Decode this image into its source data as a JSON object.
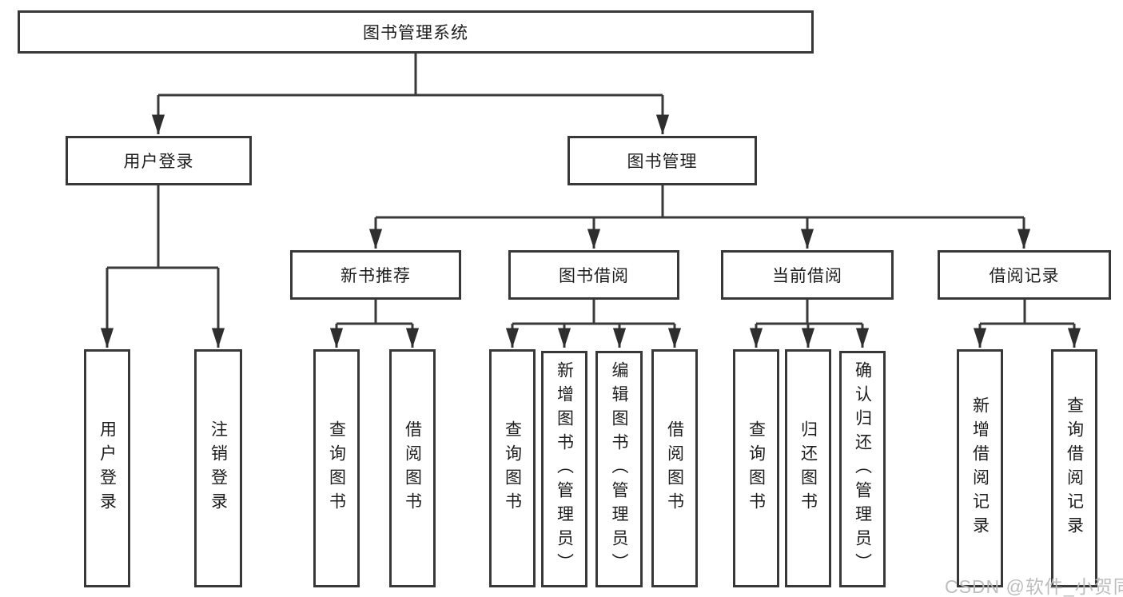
{
  "colors": {
    "background": "#ffffff",
    "box_border": "#383838",
    "connector_line": "#3a3a3a",
    "arrowhead": "#2e2e2e",
    "node_text": "#1d1d1d",
    "watermark_text": "#b9b9b9"
  },
  "tree": {
    "root": {
      "label": "图书管理系统"
    },
    "children": [
      {
        "label": "用户登录",
        "children": [
          {
            "label": "用户登录"
          },
          {
            "label": "注销登录"
          }
        ]
      },
      {
        "label": "图书管理",
        "children": [
          {
            "label": "新书推荐",
            "children": [
              {
                "label": "查询图书"
              },
              {
                "label": "借阅图书"
              }
            ]
          },
          {
            "label": "图书借阅",
            "children": [
              {
                "label": "查询图书"
              },
              {
                "label": "新增图书（管理员）"
              },
              {
                "label": "编辑图书（管理员）"
              },
              {
                "label": "借阅图书"
              }
            ]
          },
          {
            "label": "当前借阅",
            "children": [
              {
                "label": "查询图书"
              },
              {
                "label": "归还图书"
              },
              {
                "label": "确认归还（管理员）"
              }
            ]
          },
          {
            "label": "借阅记录",
            "children": [
              {
                "label": "新增借阅记录"
              },
              {
                "label": "查询借阅记录"
              }
            ]
          }
        ]
      }
    ]
  },
  "watermark": {
    "text": "CSDN @软件_小贺同学"
  }
}
